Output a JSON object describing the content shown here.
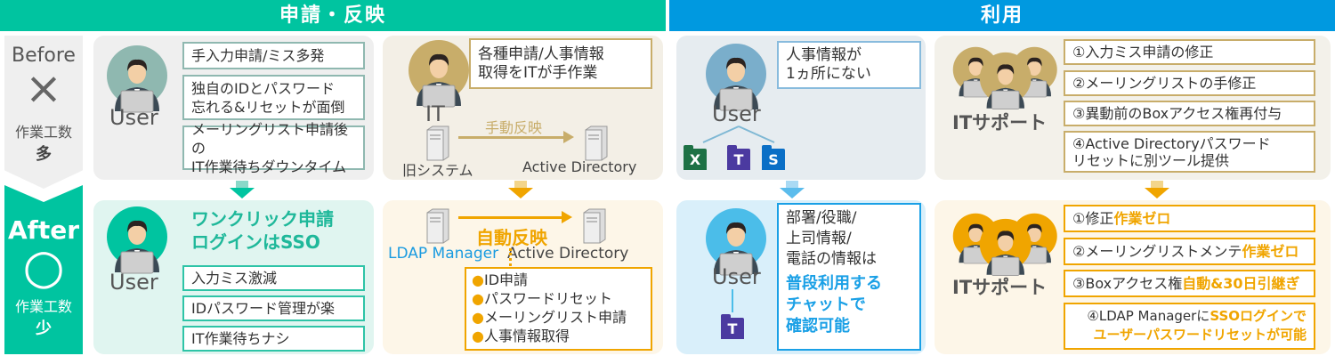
{
  "headers": {
    "left": "申請・反映",
    "right": "利用"
  },
  "before": {
    "title": "Before",
    "mark": "×",
    "label": "作業工数",
    "level": "多"
  },
  "after": {
    "title": "After",
    "mark": "○",
    "label": "作業工数",
    "level": "少"
  },
  "p1_before": {
    "role": "User",
    "items": [
      "手入力申請/ミス多発",
      "独自のIDとパスワード\n忘れる&リセットが面倒",
      "メーリングリスト申請後の\nIT作業待ちダウンタイム"
    ]
  },
  "p2_before": {
    "role": "IT",
    "note": "各種申請/人事情報\n取得をITが手作業",
    "arrow_label": "手動反映",
    "source": "旧システム",
    "target": "Active Directory"
  },
  "p1_after": {
    "role": "User",
    "headline": "ワンクリック申請\nログインはSSO",
    "items": [
      "入力ミス激減",
      "IDパスワード管理が楽",
      "IT作業待ちナシ"
    ]
  },
  "p2_after": {
    "arrow_label": "自動反映",
    "source": "LDAP Manager",
    "target": "Active Directory",
    "items": [
      "ID申請",
      "パスワードリセット",
      "メーリングリスト申請",
      "人事情報取得"
    ]
  },
  "p3_before": {
    "role": "User",
    "note": "人事情報が\n1ヵ所にない",
    "apps": [
      "X",
      "T",
      "S"
    ]
  },
  "p4_before": {
    "role": "ITサポート",
    "items": [
      "①入力ミス申請の修正",
      "②メーリングリストの手修正",
      "③異動前のBoxアクセス権再付与",
      "④Active Directoryパスワード\nリセットに別ツール提供"
    ]
  },
  "p3_after": {
    "role": "User",
    "app": "T",
    "note": "部署/役職/\n上司情報/\n電話の情報は",
    "highlight": "普段利用する\nチャットで\n確認可能"
  },
  "p4_after": {
    "role": "ITサポート",
    "items": [
      {
        "text": "①修正",
        "hl": "作業ゼロ"
      },
      {
        "text": "②メーリングリストメンテ",
        "hl": "作業ゼロ"
      },
      {
        "text": "③Boxアクセス権",
        "hl": "自動&30日引継ぎ"
      },
      {
        "text": "④LDAP Managerに",
        "hl": "SSOログインで\nユーザーパスワードリセットが可能"
      }
    ]
  },
  "colors": {
    "green": "#00c4a0",
    "blue": "#0099e0",
    "gold": "#c8ad6a",
    "orange": "#f0a500"
  }
}
